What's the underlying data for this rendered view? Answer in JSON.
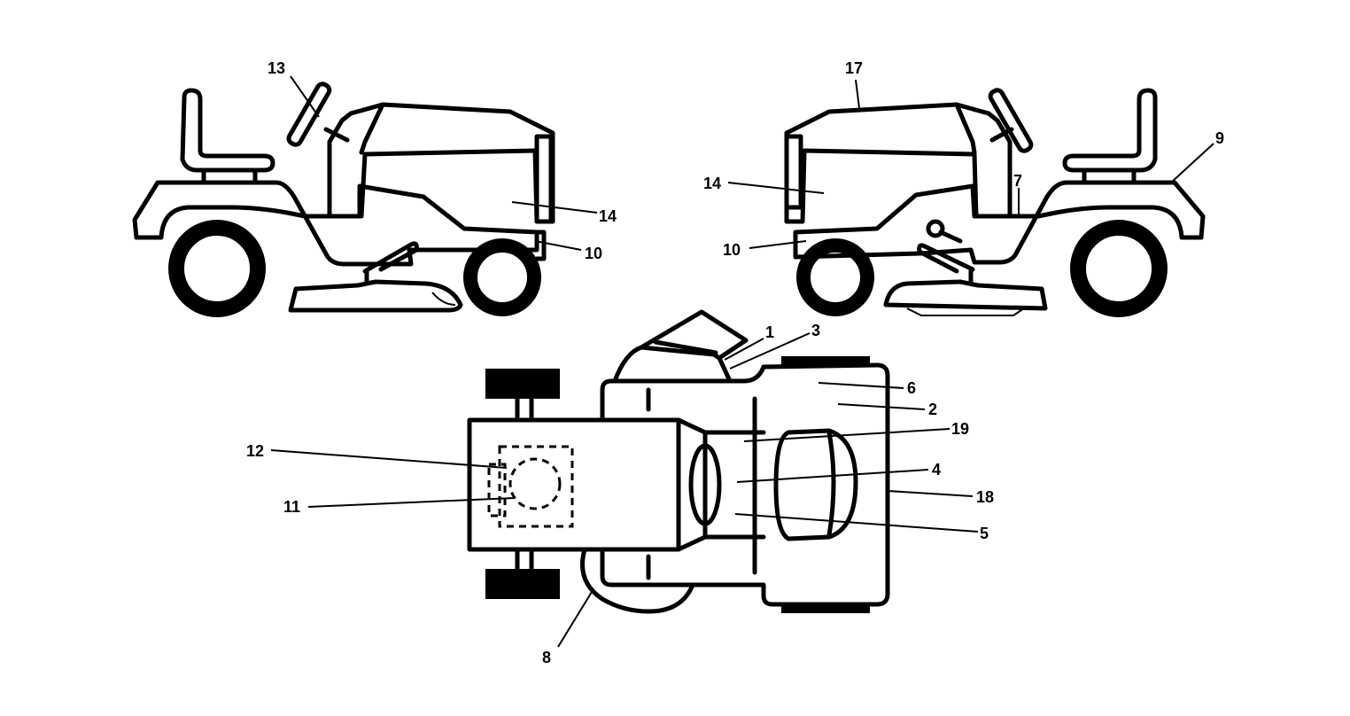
{
  "callouts": {
    "c1": "1",
    "c2": "2",
    "c3": "3",
    "c4": "4",
    "c5": "5",
    "c6": "6",
    "c7": "7",
    "c8": "8",
    "c9": "9",
    "c10_left": "10",
    "c10_right": "10",
    "c11": "11",
    "c12": "12",
    "c13": "13",
    "c14_left": "14",
    "c14_right": "14",
    "c17": "17",
    "c18": "18",
    "c19": "19"
  }
}
